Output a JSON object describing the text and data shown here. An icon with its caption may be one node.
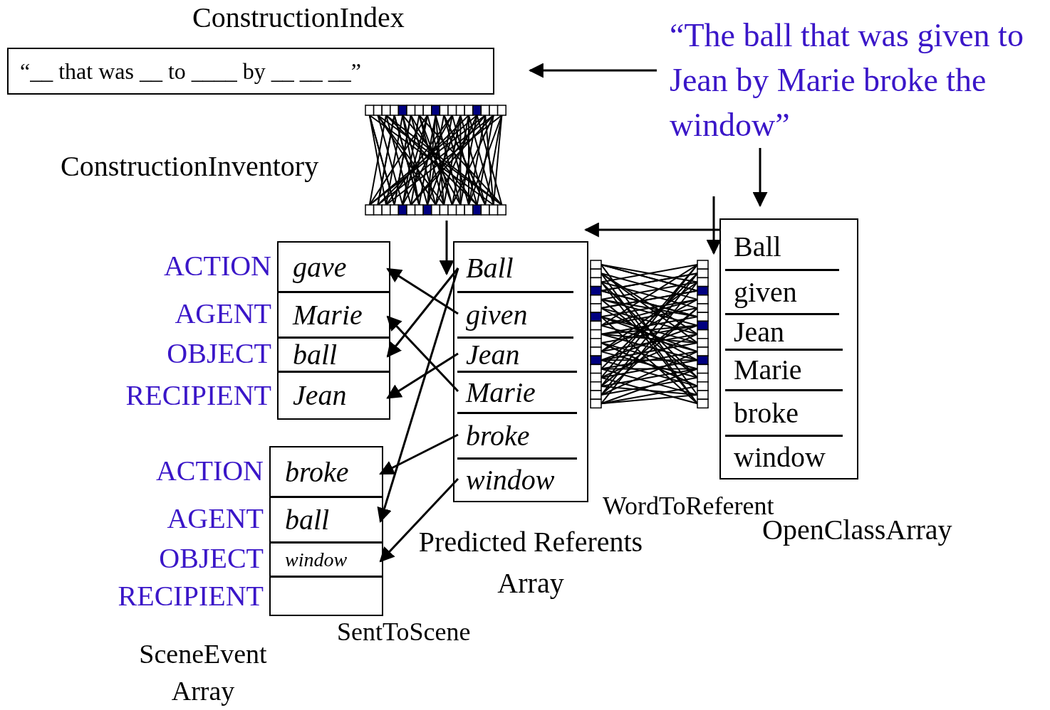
{
  "diagram": {
    "nodes": [
      {
        "text": [
          "ConstructionIndex",
          "“__ that was __ to ____ by __ __ __”"
        ]
      },
      {
        "text": [
          "“The ball that was given to Jean by Marie broke the window”"
        ]
      },
      {
        "text": [
          "ConstructionInventory"
        ]
      },
      {
        "text": [],
        "shape": "box"
      },
      {
        "text": [
          "gave"
        ],
        "in": 3,
        "beside": [
          "ACTION"
        ]
      },
      {
        "text": [
          "Marie"
        ],
        "in": 3,
        "beside": [
          "AGENT"
        ]
      },
      {
        "text": [
          "ball"
        ],
        "in": 3,
        "beside": [
          "OBJECT"
        ]
      },
      {
        "text": [
          "Jean"
        ],
        "in": 3,
        "beside": [
          "RECIPIENT"
        ]
      },
      {
        "text": [],
        "shape": "box"
      },
      {
        "text": [
          "broke"
        ],
        "in": 8,
        "beside": [
          "ACTION"
        ]
      },
      {
        "text": [
          "ball"
        ],
        "in": 8,
        "beside": [
          "AGENT"
        ]
      },
      {
        "text": [
          "window"
        ],
        "in": 8,
        "beside": [
          "OBJECT"
        ]
      },
      {
        "text": [],
        "shape": "box",
        "in": 8,
        "beside": [
          "RECIPIENT"
        ]
      },
      {
        "text": [],
        "shape": "box"
      },
      {
        "text": [
          "Ball"
        ],
        "in": 13
      },
      {
        "text": [
          "given"
        ],
        "in": 13
      },
      {
        "text": [
          "Jean"
        ],
        "in": 13
      },
      {
        "text": [
          "Marie"
        ],
        "in": 13
      },
      {
        "text": [
          "broke"
        ],
        "in": 13
      },
      {
        "text": [
          "window"
        ],
        "in": 13
      },
      {
        "text": [],
        "shape": "picture"
      },
      {
        "text": [],
        "shape": "box"
      },
      {
        "text": [
          "Ball"
        ],
        "in": 21
      },
      {
        "text": [
          "given"
        ],
        "in": 21
      },
      {
        "text": [
          "Jean"
        ],
        "in": 21
      },
      {
        "text": [
          "Marie"
        ],
        "in": 21
      },
      {
        "text": [
          "broke"
        ],
        "in": 21
      },
      {
        "text": [
          "window"
        ],
        "in": 21
      }
    ],
    "edges": [
      {
        "from": 1,
        "to": 0,
        "arrow": "to"
      },
      {
        "from": 1,
        "to": 21,
        "arrow": "to"
      },
      {
        "from": 21,
        "to": 13,
        "arrow": "to"
      },
      {
        "from": null,
        "to": 20,
        "arrow": "to"
      },
      {
        "from": 2,
        "to": 13,
        "arrow": "to"
      },
      {
        "from": 15,
        "to": 4,
        "arrow": "to"
      },
      {
        "from": 17,
        "to": 5,
        "arrow": "to"
      },
      {
        "from": 14,
        "to": 6,
        "arrow": "to"
      },
      {
        "from": 16,
        "to": 7,
        "arrow": "to"
      },
      {
        "from": 18,
        "to": 9,
        "arrow": "to"
      },
      {
        "from": 14,
        "to": 10,
        "arrow": "to"
      },
      {
        "from": 19,
        "to": 11,
        "arrow": "to"
      }
    ],
    "labels": [
      "WordToReferent",
      "OpenClassArray",
      "Predicted Referents Array",
      "SentToScene",
      "SceneEvent Array"
    ]
  }
}
